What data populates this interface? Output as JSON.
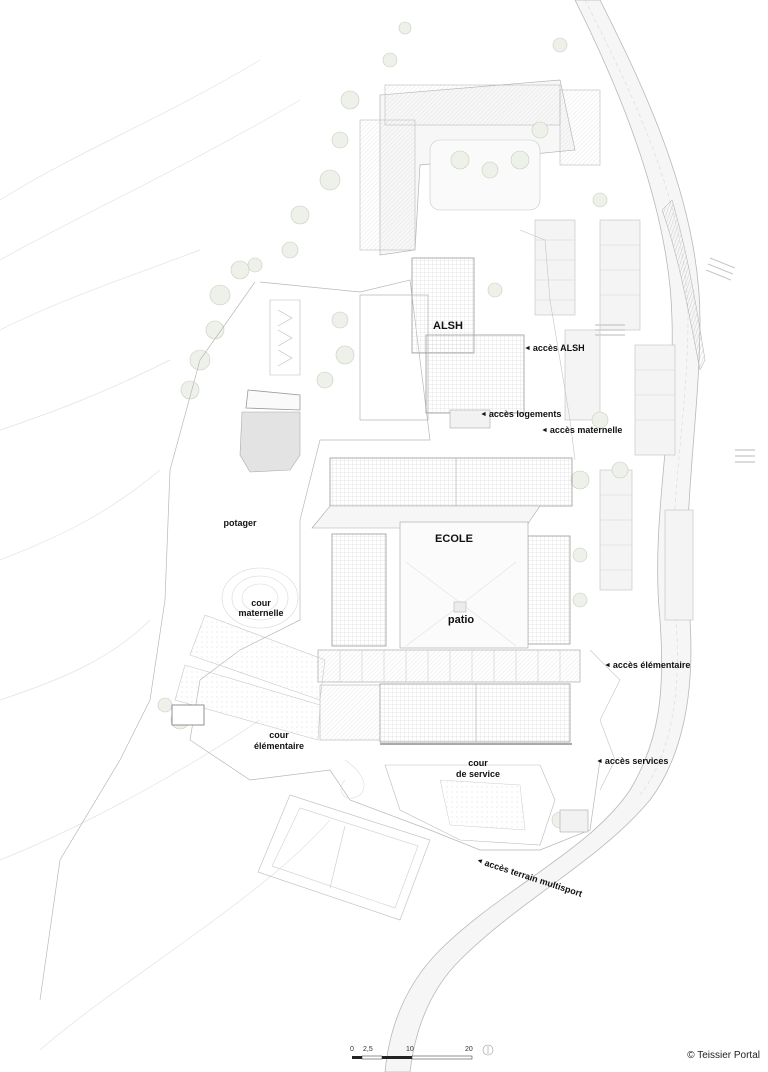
{
  "labels": {
    "alsh": "ALSH",
    "ecole": "ECOLE",
    "patio": "patio",
    "potager": "potager",
    "cour_maternelle_1": "cour",
    "cour_maternelle_2": "maternelle",
    "cour_elementaire_1": "cour",
    "cour_elementaire_2": "élémentaire",
    "cour_service_1": "cour",
    "cour_service_2": "de service"
  },
  "access": {
    "alsh": "accès ALSH",
    "logements": "accès logements",
    "maternelle": "accès maternelle",
    "elementaire": "accès élémentaire",
    "services": "accès services",
    "multisport": "accès terrain multisport"
  },
  "scale_bar": {
    "ticks": [
      "0",
      "2,5",
      "10",
      "20"
    ]
  },
  "credit": "© Teissier Portal",
  "colors": {
    "line": "#b8b8b8",
    "light_line": "#dddddd",
    "hatch": "#c9c9c9",
    "vegetation": "#d2dac8",
    "text": "#111111"
  }
}
